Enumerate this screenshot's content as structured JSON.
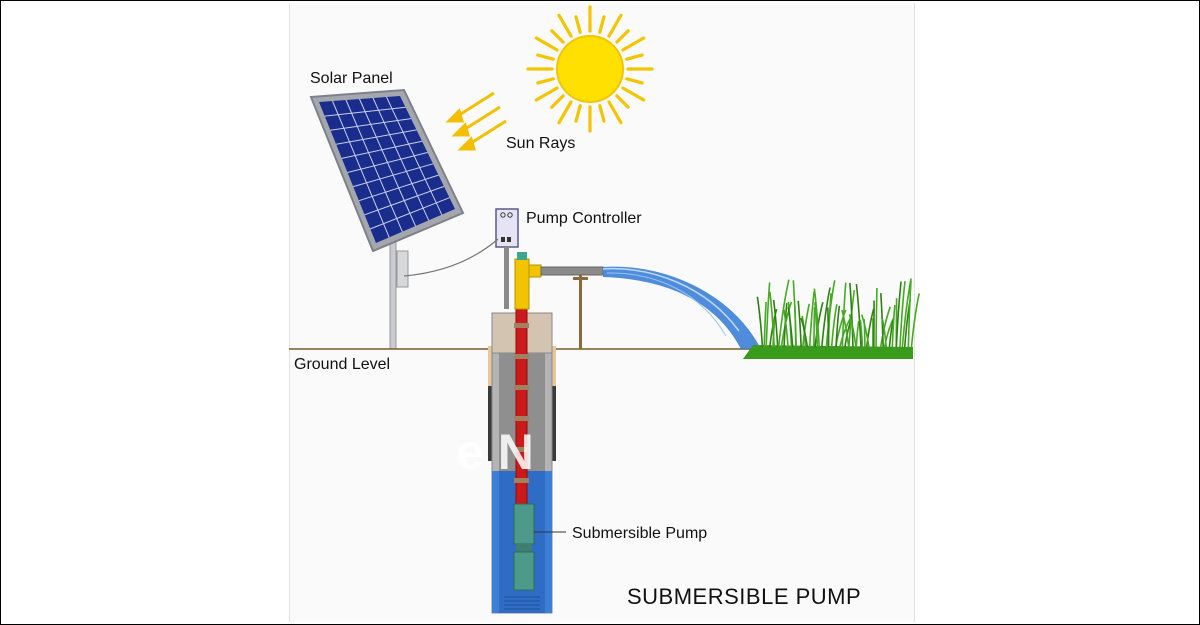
{
  "diagram": {
    "labels": {
      "solar_panel": "Solar Panel",
      "sun_rays": "Sun Rays",
      "pump_controller": "Pump Controller",
      "ground_level": "Ground Level",
      "submersible_pump": "Submersible Pump",
      "title": "SUBMERSIBLE PUMP"
    },
    "colors": {
      "sky": "#fafafa",
      "sun": "#ffe000",
      "sun_rays": "#f5c400",
      "panel_cells": "#1a2c8c",
      "panel_frame": "#9aa0a8",
      "water": "#3c7fd8",
      "grass": "#3a9a1c",
      "ground_line": "#7a5a2a",
      "well_casing": "#3a3a3a",
      "riser_pipe": "#cc1a1a",
      "pump_body": "#4e9a8a",
      "delivery_pipe_fitting": "#f2c400"
    }
  }
}
